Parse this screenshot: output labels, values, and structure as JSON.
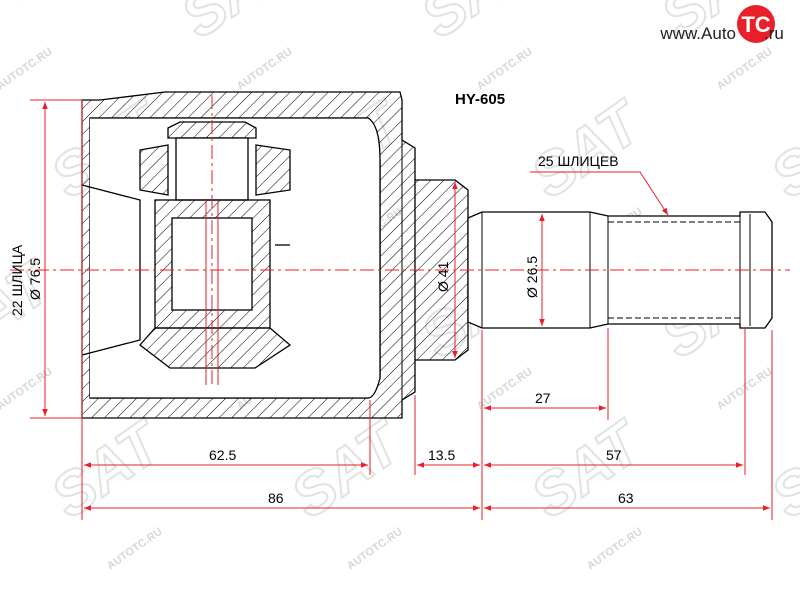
{
  "brand": {
    "prefix": "www.Auto",
    "logo": "TC",
    "suffix": ".ru",
    "color": "#e8202a"
  },
  "part_number": "HY-605",
  "watermark": {
    "url_text": "AUTOTC.RU",
    "logo_text": "SAT"
  },
  "labels": {
    "spline_count_shaft": "25 ШЛИЦЕВ",
    "spline_count_housing": "22 ШЛИЦА",
    "housing_diameter": "Ø 76.5",
    "neck_diameter": "Ø 41",
    "shaft_diameter": "Ø 26.5"
  },
  "dimensions": {
    "d_62_5": "62.5",
    "d_13_5": "13.5",
    "d_57": "57",
    "d_86": "86",
    "d_63": "63",
    "d_27": "27"
  },
  "colors": {
    "outline": "#000000",
    "center_line": "#e8202a",
    "dimension": "#e8202a",
    "hatch": "#000000"
  }
}
